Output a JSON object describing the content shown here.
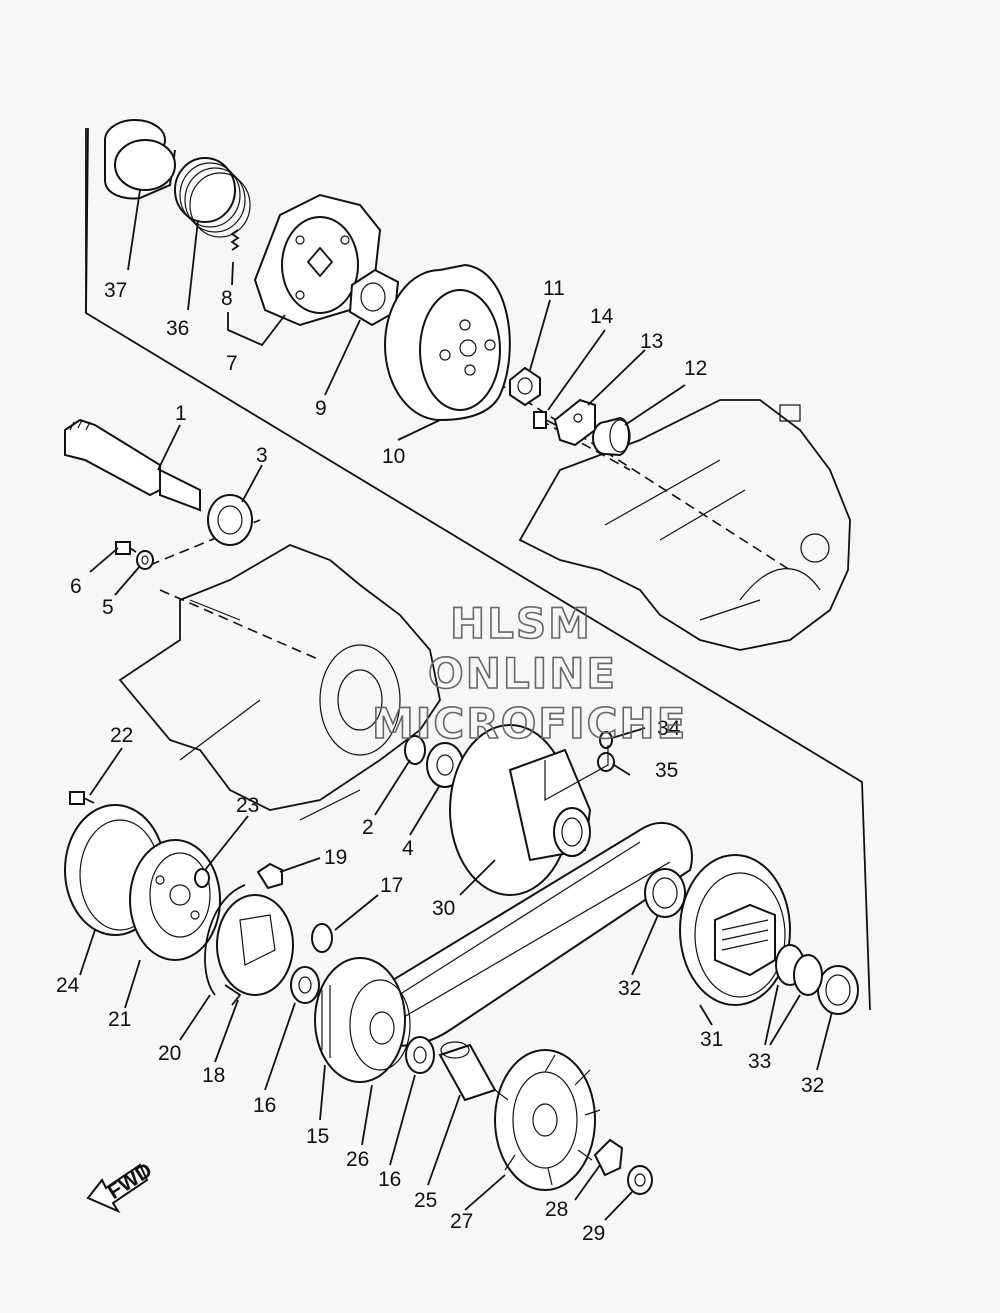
{
  "watermark": {
    "line1": "HLSM",
    "line2": "ONLINE",
    "line3": "MICROFICHE"
  },
  "fwd_arrow": {
    "label": "FWD"
  },
  "callouts": [
    {
      "id": "1",
      "text": "1"
    },
    {
      "id": "2",
      "text": "2"
    },
    {
      "id": "3",
      "text": "3"
    },
    {
      "id": "4",
      "text": "4"
    },
    {
      "id": "5",
      "text": "5"
    },
    {
      "id": "6",
      "text": "6"
    },
    {
      "id": "7",
      "text": "7"
    },
    {
      "id": "8",
      "text": "8"
    },
    {
      "id": "9",
      "text": "9"
    },
    {
      "id": "10",
      "text": "10"
    },
    {
      "id": "11",
      "text": "11"
    },
    {
      "id": "12",
      "text": "12"
    },
    {
      "id": "13",
      "text": "13"
    },
    {
      "id": "14",
      "text": "14"
    },
    {
      "id": "15",
      "text": "15"
    },
    {
      "id": "16a",
      "text": "16"
    },
    {
      "id": "16b",
      "text": "16"
    },
    {
      "id": "17",
      "text": "17"
    },
    {
      "id": "18",
      "text": "18"
    },
    {
      "id": "19",
      "text": "19"
    },
    {
      "id": "20",
      "text": "20"
    },
    {
      "id": "21",
      "text": "21"
    },
    {
      "id": "22",
      "text": "22"
    },
    {
      "id": "23",
      "text": "23"
    },
    {
      "id": "24",
      "text": "24"
    },
    {
      "id": "25",
      "text": "25"
    },
    {
      "id": "26",
      "text": "26"
    },
    {
      "id": "27",
      "text": "27"
    },
    {
      "id": "28",
      "text": "28"
    },
    {
      "id": "29",
      "text": "29"
    },
    {
      "id": "30",
      "text": "30"
    },
    {
      "id": "31",
      "text": "31"
    },
    {
      "id": "32a",
      "text": "32"
    },
    {
      "id": "32b",
      "text": "32"
    },
    {
      "id": "33",
      "text": "33"
    },
    {
      "id": "34",
      "text": "34"
    },
    {
      "id": "35",
      "text": "35"
    },
    {
      "id": "36",
      "text": "36"
    },
    {
      "id": "37",
      "text": "37"
    }
  ]
}
